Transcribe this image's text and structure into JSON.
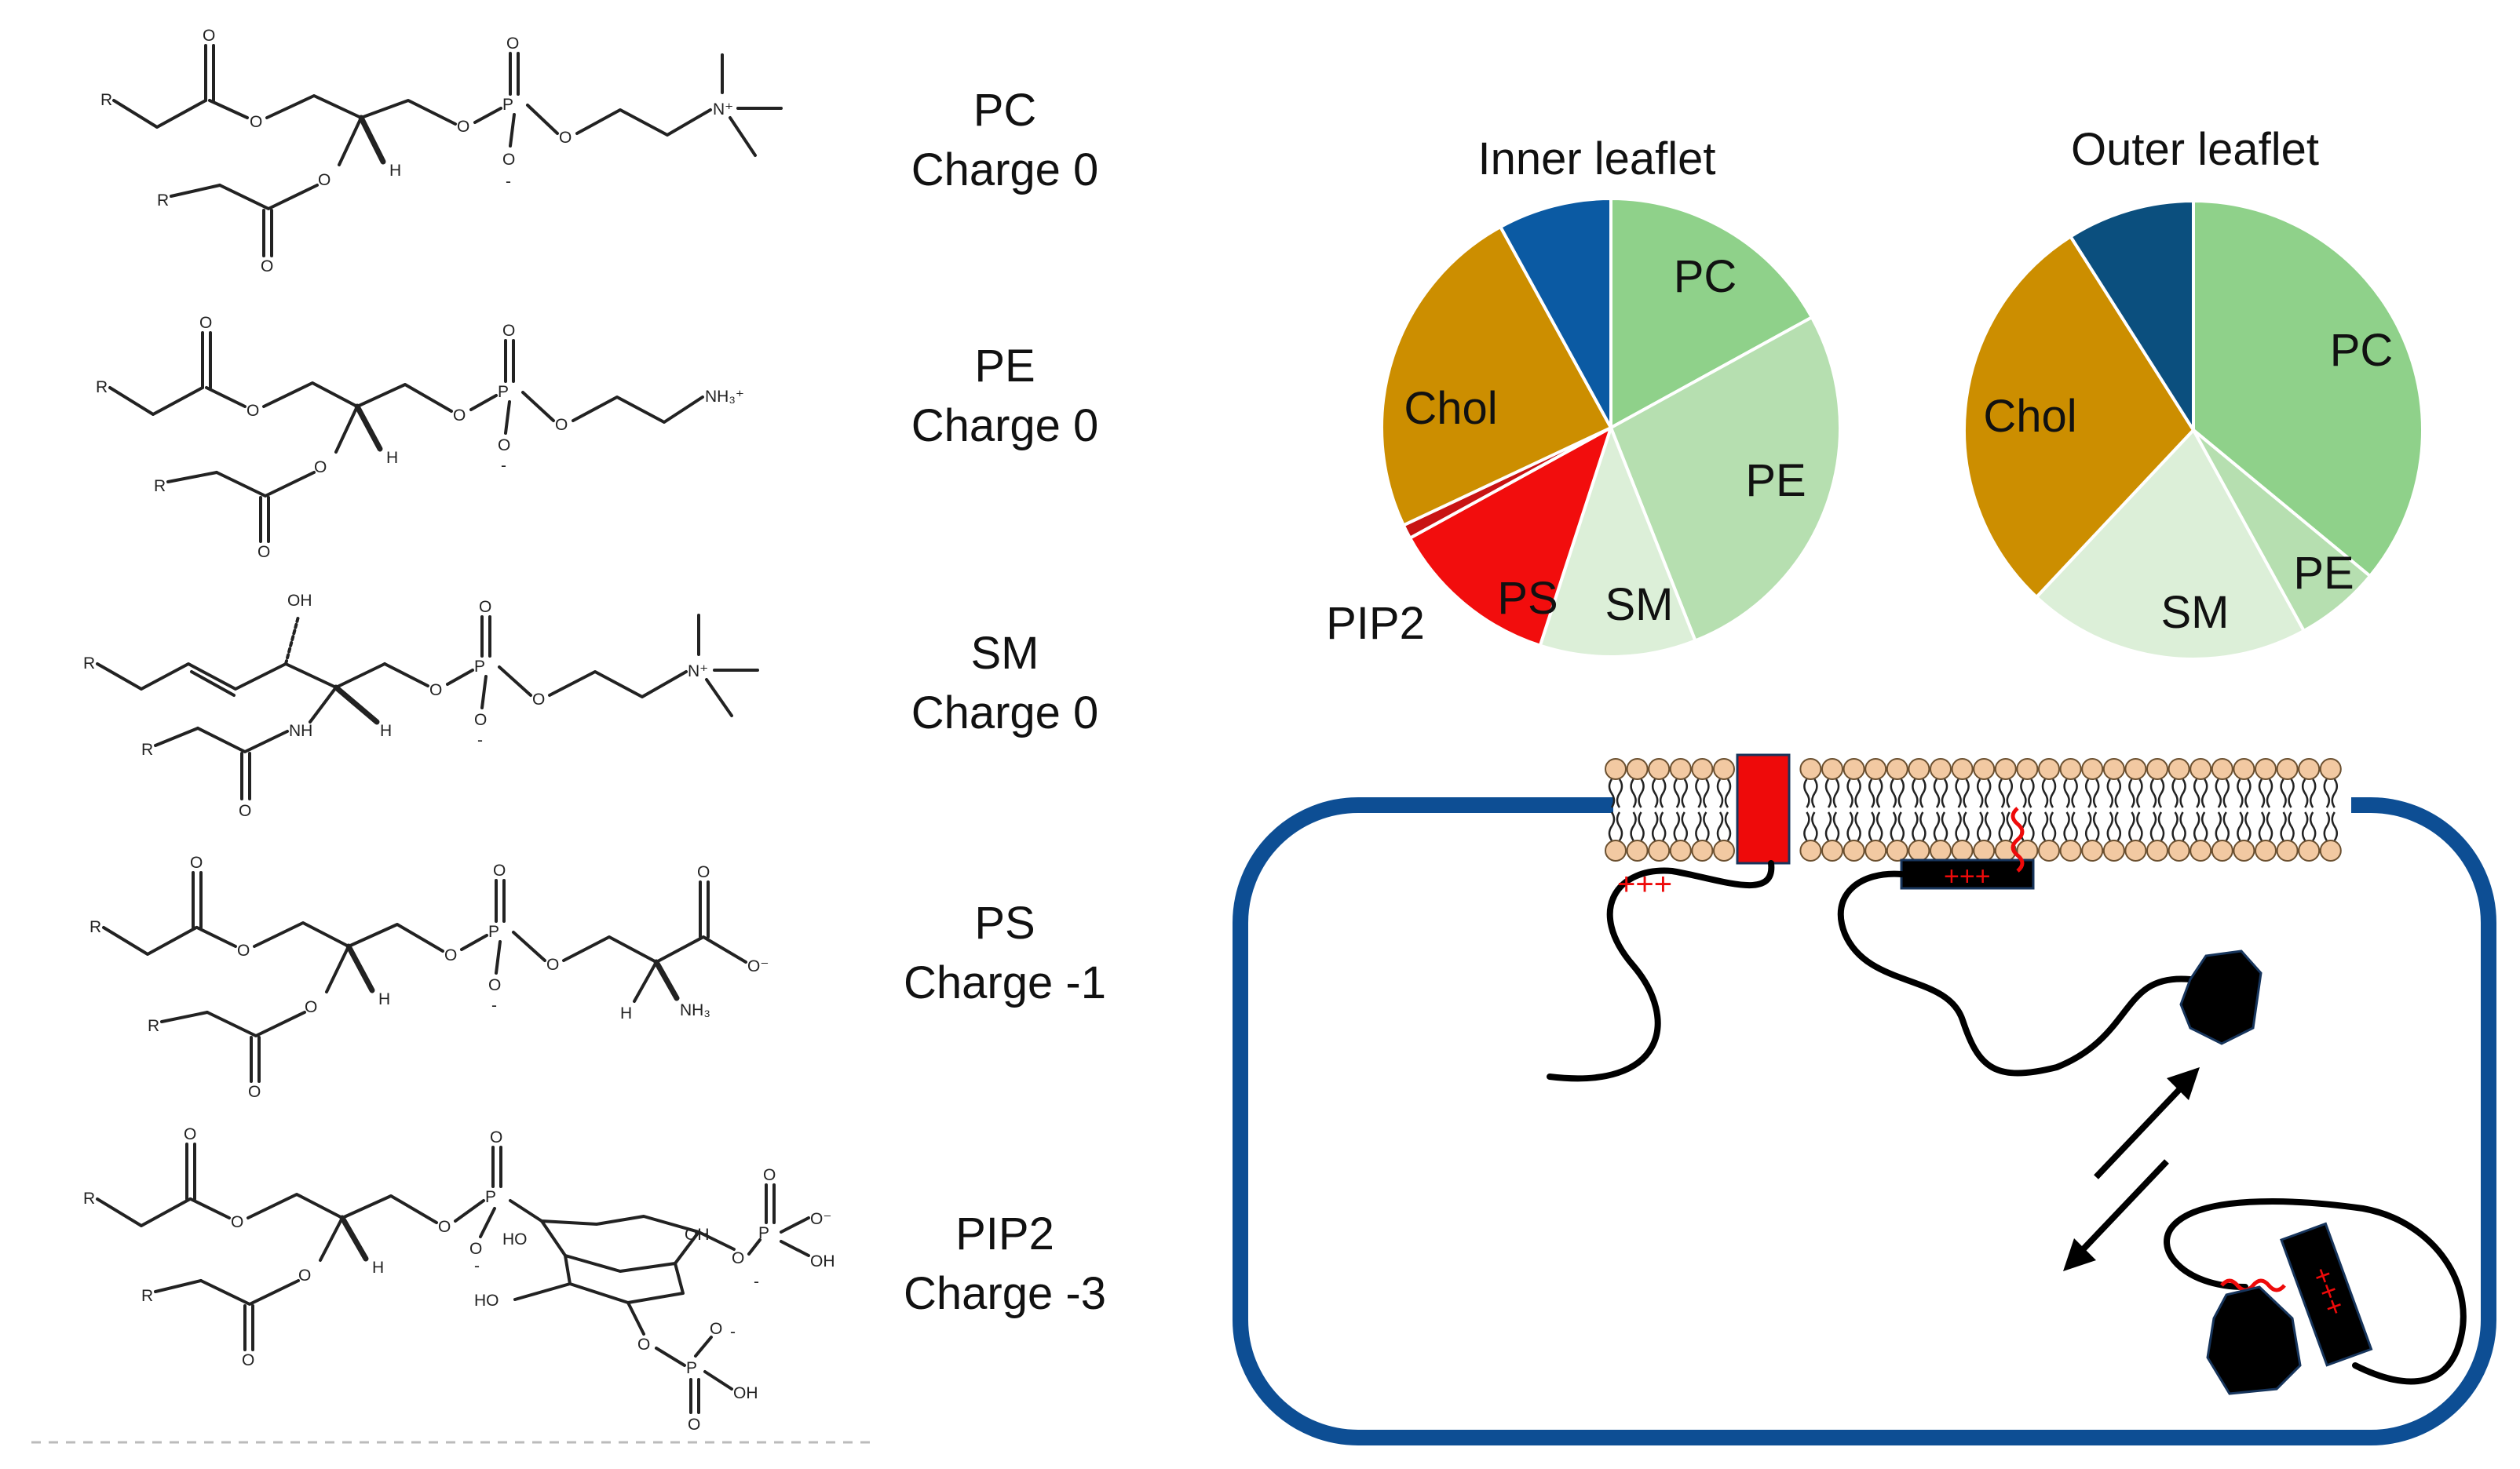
{
  "lipids": [
    {
      "name": "PC",
      "charge": "Charge 0"
    },
    {
      "name": "PE",
      "charge": "Charge 0"
    },
    {
      "name": "SM",
      "charge": "Charge 0"
    },
    {
      "name": "PS",
      "charge": "Charge -1"
    },
    {
      "name": "PIP2",
      "charge": "Charge -3"
    }
  ],
  "atoms": {
    "R": "R",
    "O": "O",
    "P": "P",
    "H": "H",
    "N": "N",
    "minus": "-",
    "nme3": "N⁺",
    "nh3": "NH₃⁺",
    "nh": "NH",
    "oh": "OH",
    "ho": "HO",
    "nh3ps": "NH₃",
    "ominus": "O⁻"
  },
  "colors": {
    "PC": "#8fd18a",
    "PE": "#b6dfb0",
    "SM": "#dcefd8",
    "PS": "#f20d0d",
    "PIP2": "#c81414",
    "Chol": "#cc8e00",
    "other_inner": "#0b5aa3",
    "other_outer": "#0b4f7e",
    "cell_border": "#0d4e94",
    "membrane_head": "#f2c9a2"
  },
  "chart_data": [
    {
      "type": "pie",
      "title": "Inner leaflet",
      "slices": [
        {
          "label": "PC",
          "value": 17
        },
        {
          "label": "PE",
          "value": 27
        },
        {
          "label": "SM",
          "value": 11
        },
        {
          "label": "PS",
          "value": 12
        },
        {
          "label": "PIP2",
          "value": 1
        },
        {
          "label": "Chol",
          "value": 24
        },
        {
          "label": "",
          "value": 8
        }
      ]
    },
    {
      "type": "pie",
      "title": "Outer leaflet",
      "slices": [
        {
          "label": "PC",
          "value": 36
        },
        {
          "label": "PE",
          "value": 6
        },
        {
          "label": "SM",
          "value": 20
        },
        {
          "label": "Chol",
          "value": 29
        },
        {
          "label": "",
          "value": 9
        }
      ]
    }
  ],
  "cell": {
    "plus_signs": "+++"
  }
}
